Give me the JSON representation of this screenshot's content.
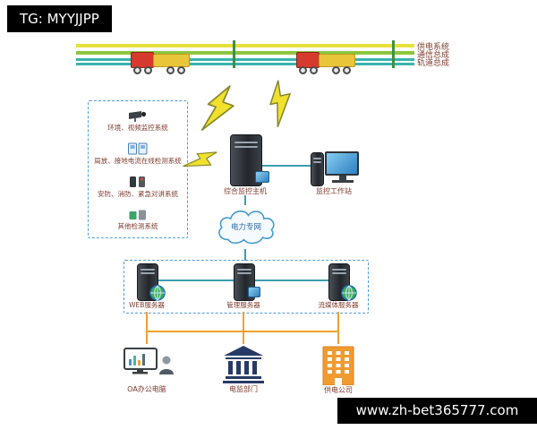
{
  "watermarks": {
    "top_left": "TG: MYYJJPP",
    "bottom_right": "www.zh-bet365777.com"
  },
  "bus": {
    "labels": [
      "供电系统",
      "通信总成",
      "轨道总成"
    ]
  },
  "subsystem_panel": {
    "items": [
      {
        "label": "环境、视频监控系统",
        "icon": "cctv-camera-icon"
      },
      {
        "label": "局放、接地电流在线检测系统",
        "icon": "detector-icon"
      },
      {
        "label": "安防、消防、紧急对讲系统",
        "icon": "intercom-icon"
      },
      {
        "label": "其他检测系统",
        "icon": "sensor-icon"
      }
    ]
  },
  "nodes": {
    "main_server": "综合监控主机",
    "workstation": "监控工作站",
    "cloud": "电力专网"
  },
  "server_cluster": {
    "servers": [
      "WEB服务器",
      "管理服务器",
      "流媒体服务器"
    ]
  },
  "endpoints": [
    "OA办公电脑",
    "电监部门",
    "供电公司"
  ],
  "colors": {
    "line_power": "#e7e13c",
    "line_comm": "#8cc63e",
    "line_rail": "#39b3ae",
    "link_teal": "#3a9fae",
    "link_orange": "#f0a030",
    "dashed_border": "#4f9bd8",
    "label_text": "#7d3a2d",
    "lightning": "#efe12c",
    "watermark_bg": "#000000"
  }
}
